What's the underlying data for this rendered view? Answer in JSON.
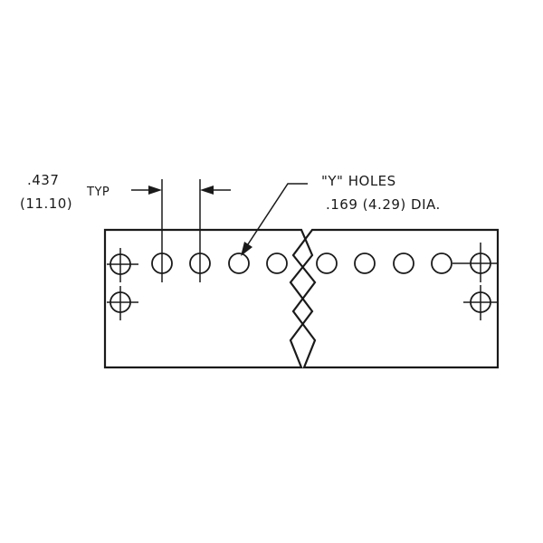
{
  "dimension": {
    "spacing_in": ".437",
    "spacing_mm": "(11.10)",
    "typ": "TYP"
  },
  "callout": {
    "line1": "\"Y\" HOLES",
    "line2": ".169 (4.29) DIA."
  },
  "colors": {
    "ink": "#1a1a1a",
    "paper": "#ffffff"
  }
}
